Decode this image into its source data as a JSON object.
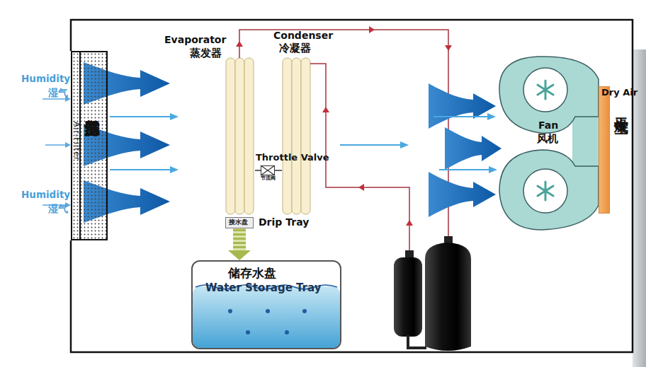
{
  "diagram": {
    "nodes": [
      {
        "text": [
          "空气过滤器",
          "Air-Filter"
        ]
      },
      {
        "text": [
          "Evaporator",
          "蒸发器"
        ]
      },
      {
        "text": [
          "Condenser",
          "冷凝器"
        ]
      },
      {
        "text": [
          "Throttle Valve",
          "节流阀"
        ]
      },
      {
        "text": [
          "接水盘",
          "Drip Tray"
        ]
      },
      {
        "text": [
          "储存水盘",
          "Water Storage Tray"
        ]
      },
      {
        "text": [
          "Fan",
          "风机"
        ]
      },
      {
        "text": [
          "Dry Air",
          "干燥空气"
        ]
      }
    ],
    "edges": [
      {
        "from": 2,
        "to": 3,
        "arrow": "none"
      },
      {
        "from": 3,
        "to": 1,
        "arrow": "none"
      },
      {
        "from": 4,
        "to": 5,
        "arrow": "to"
      }
    ],
    "labels": [
      "Humidity",
      "湿气",
      "Humidity",
      "湿气"
    ]
  }
}
